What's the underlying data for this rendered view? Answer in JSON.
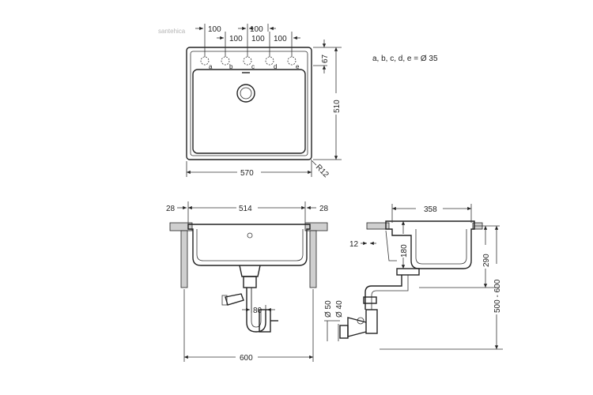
{
  "watermark": "santehica",
  "hole_note": "a, b, c, d, e = Ø 35",
  "top_view": {
    "spacing_upper": [
      "100",
      "100"
    ],
    "spacing_lower": [
      "100",
      "100",
      "100"
    ],
    "hole_letters": [
      "a",
      "b",
      "c",
      "d",
      "e"
    ],
    "width": "570",
    "height": "510",
    "rim_depth": "67",
    "corner_radius": "R12"
  },
  "front_view": {
    "left_margin": "28",
    "inner_width": "514",
    "right_margin": "28",
    "outlet_spacing": "80",
    "cabinet_width": "600"
  },
  "side_view": {
    "depth": "358",
    "rim": "12",
    "bowl_depth": "180",
    "outlet_height": "290",
    "total_height": "500 - 600",
    "pipe_d1": "Ø 50",
    "pipe_d2": "Ø 40"
  }
}
